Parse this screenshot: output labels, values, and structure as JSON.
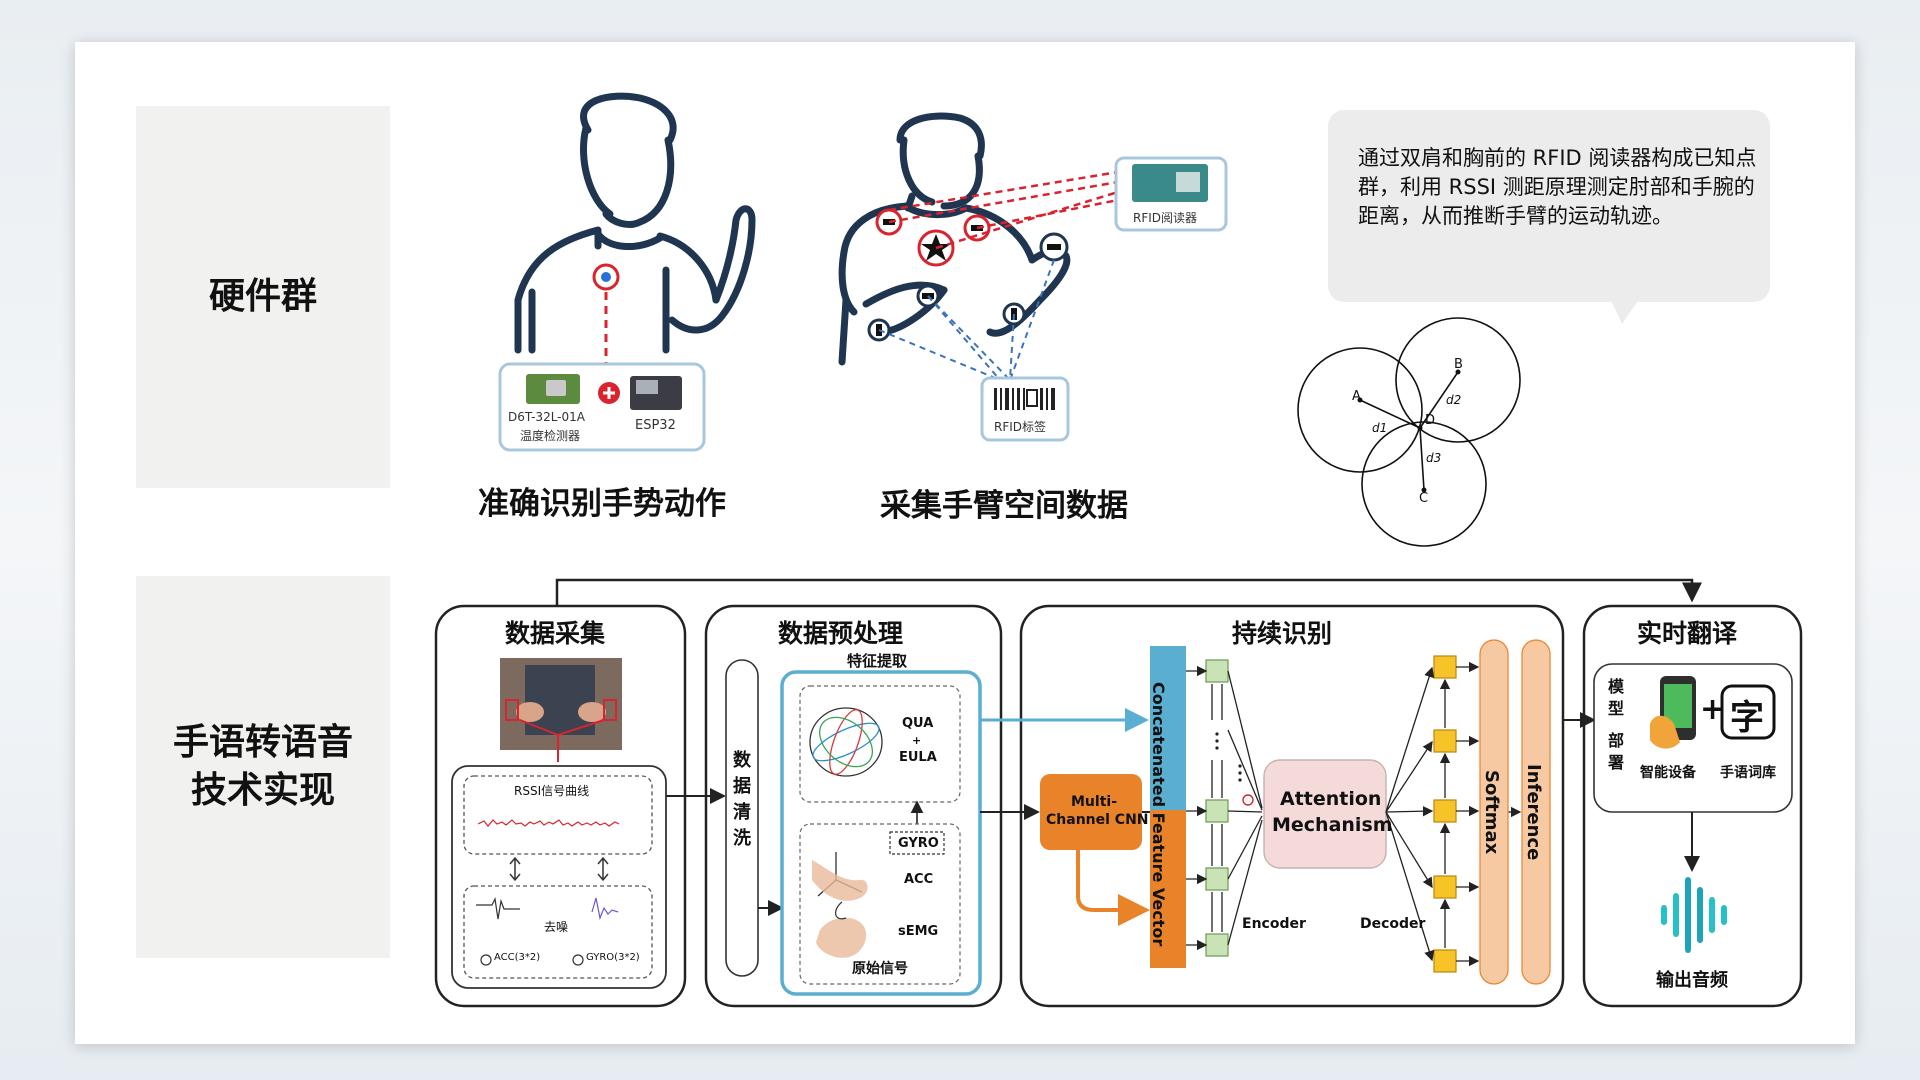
{
  "left_labels": {
    "hardware": "硬件群",
    "tech_line1": "手语转语音",
    "tech_line2": "技术实现"
  },
  "hardware": {
    "caption_left": "准确识别手势动作",
    "caption_right": "采集手臂空间数据",
    "sensor1_line1": "D6T-32L-01A",
    "sensor1_line2": "温度检测器",
    "sensor2": "ESP32",
    "rfid_reader": "RFID阅读器",
    "rfid_tag": "RFID标签",
    "callout": "通过双肩和胸前的 RFID 阅读器构成已知点群，利用 RSSI 测距原理测定肘部和手腕的距离，从而推断手臂的运动轨迹。",
    "trilateration": {
      "a": "A",
      "b": "B",
      "c": "C",
      "d": "D",
      "d1": "d1",
      "d2": "d2",
      "d3": "d3"
    }
  },
  "pipeline": {
    "collect": {
      "title": "数据采集",
      "rssi": "RSSI信号曲线",
      "denoise": "去噪",
      "acc": "ACC(3*2)",
      "gyro": "GYRO(3*2)"
    },
    "preprocess": {
      "title": "数据预处理",
      "feature": "特征提取",
      "clean": [
        "数",
        "据",
        "清",
        "洗"
      ],
      "qua": "QUA",
      "plus": "+",
      "eula": "EULA",
      "gyro": "GYRO",
      "acc": "ACC",
      "semg": "sEMG",
      "raw": "原始信号"
    },
    "recognize": {
      "title": "持续识别",
      "cnn_line1": "Multi-",
      "cnn_line2": "Channel CNN",
      "concat": "Concatenated Feature Vector",
      "attn_line1": "Attention",
      "attn_line2": "Mechanism",
      "encoder": "Encoder",
      "decoder": "Decoder",
      "softmax": "Softmax",
      "inference": "Inference"
    },
    "translate": {
      "title": "实时翻译",
      "deploy": [
        "模",
        "型",
        "部",
        "署"
      ],
      "device": "智能设备",
      "plus": "+",
      "char": "字",
      "lexicon": "手语词库",
      "audio": "输出音频"
    }
  },
  "colors": {
    "blue_box": "#5aaed0",
    "orange": "#e8832a",
    "green_node": "#c9e3b6",
    "yellow_node": "#f7c326",
    "attn": "#f5dada",
    "bar_orange": "#f6c9a2",
    "red_dash": "#d9232e",
    "blue_dash": "#3b74b8"
  }
}
